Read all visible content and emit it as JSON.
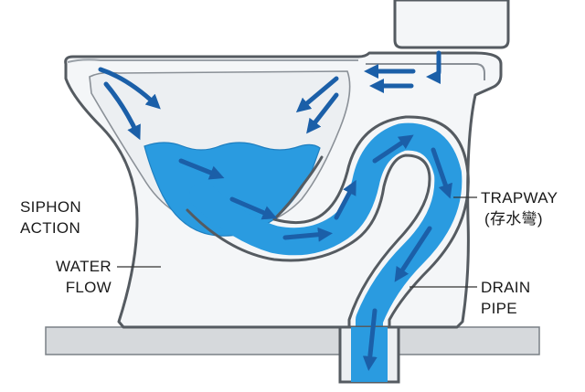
{
  "labels": {
    "siphon_line1": "SIPHON",
    "siphon_line2": "ACTION",
    "water_line1": "WATER",
    "water_line2": "FLOW",
    "trapway_line1": "TRAPWAY",
    "trapway_line2": "(存水彎)",
    "drain_line1": "DRAIN",
    "drain_line2": "PIPE"
  },
  "colors": {
    "water": "#2a9be0",
    "arrow": "#1b5fa8",
    "porcelain": "#f4f6f8",
    "outline": "#555b61",
    "floor": "#d6d9dc"
  }
}
